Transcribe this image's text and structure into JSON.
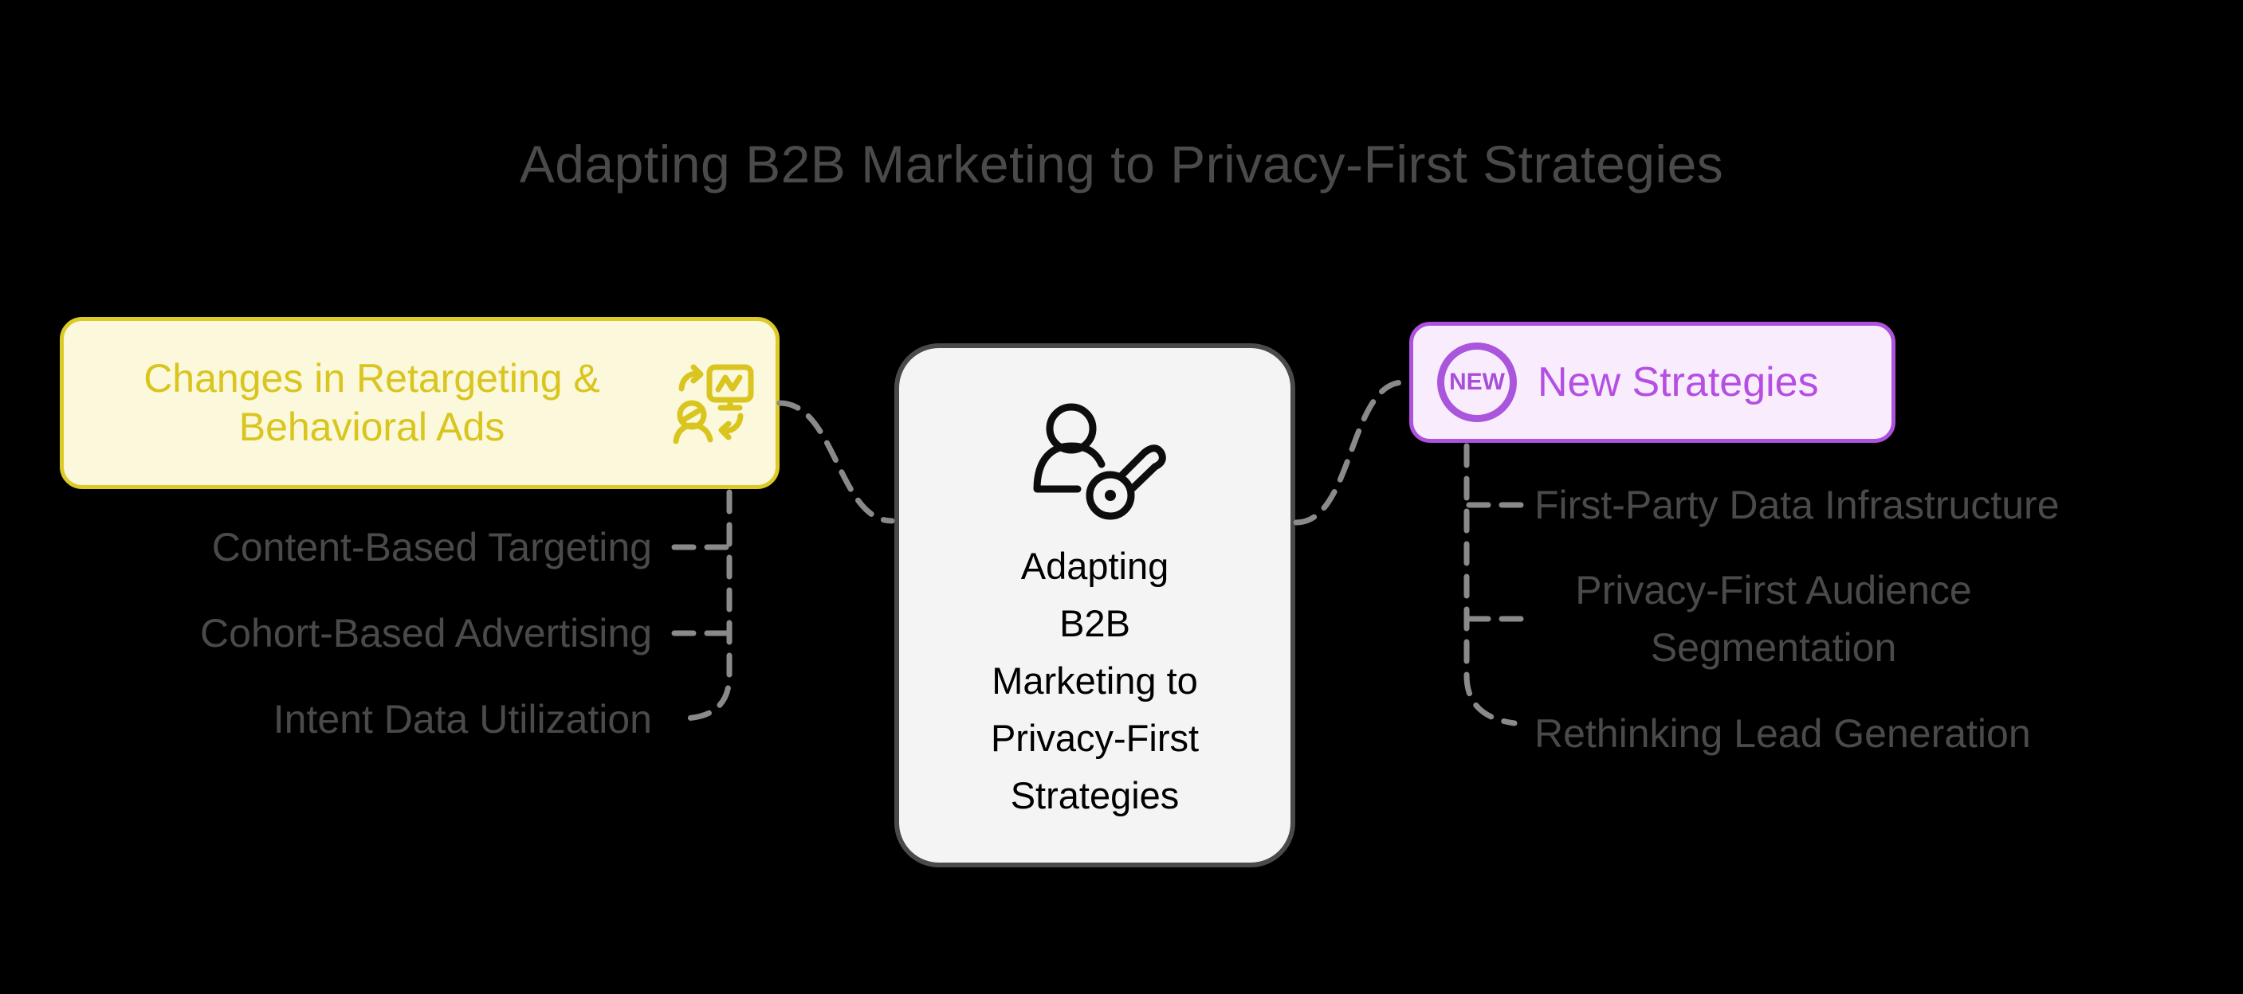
{
  "title": "Adapting B2B Marketing to Privacy-First Strategies",
  "center_node": {
    "icon": "user-key-icon",
    "lines": [
      "Adapting",
      "B2B",
      "Marketing to",
      "Privacy-First",
      "Strategies"
    ]
  },
  "left_branch": {
    "icon": "retargeting-exchange-icon",
    "label": "Changes in Retargeting & Behavioral Ads",
    "items": [
      "Content-Based Targeting",
      "Cohort-Based Advertising",
      "Intent Data Utilization"
    ]
  },
  "right_branch": {
    "icon": "new-badge-icon",
    "badge_text": "NEW",
    "label": "New Strategies",
    "items": [
      "First-Party Data Infrastructure",
      "Privacy-First Audience Segmentation",
      "Rethinking Lead Generation"
    ]
  },
  "colors": {
    "background": "#000000",
    "title_text": "#4a4a4a",
    "item_text": "#4a4a4a",
    "connector": "#8a8a8a",
    "center_fill": "#f4f4f4",
    "center_border": "#4a4a4a",
    "center_text": "#000000",
    "yellow_fill": "#fbf8db",
    "yellow_border": "#dcca28",
    "yellow_text": "#d9c51d",
    "purple_fill": "#f9edfd",
    "purple_border": "#ad52df",
    "purple_text": "#b44fe2"
  }
}
